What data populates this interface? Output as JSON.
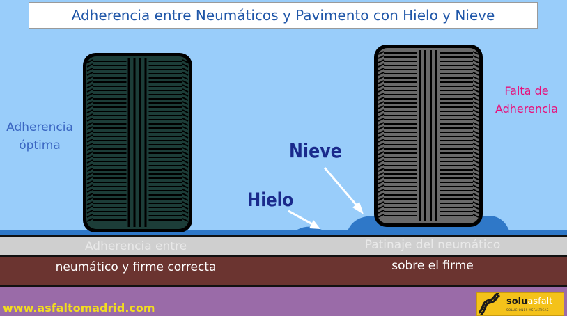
{
  "title": "Adherencia entre Neumáticos y Pavimento con Hielo y Nieve",
  "left": {
    "label_line1": "Adherencia",
    "label_line2": "óptima",
    "caption_line1": "Adherencia entre",
    "caption_line2": "neumático y firme correcta"
  },
  "right": {
    "label_line1": "Falta de",
    "label_line2": "Adherencia",
    "snow_label": "Nieve",
    "ice_label": "Hielo",
    "caption_line1": "Patinaje del neumático",
    "caption_line2": "sobre el firme"
  },
  "footer": {
    "website": "www.asfaltomadrid.com",
    "logo_text_dark": "solu",
    "logo_text_light": "asfalt",
    "logo_tagline": "SOLUCIONES ASFALTICAS"
  },
  "colors": {
    "sky": "#99cdfa",
    "ice": "#2f78c8",
    "pavement": "#cfcfcf",
    "base": "#6b3430",
    "subgrade": "#9a6ba8",
    "tire_left": "#1c3d38",
    "tire_right": "#6a6a6a"
  }
}
